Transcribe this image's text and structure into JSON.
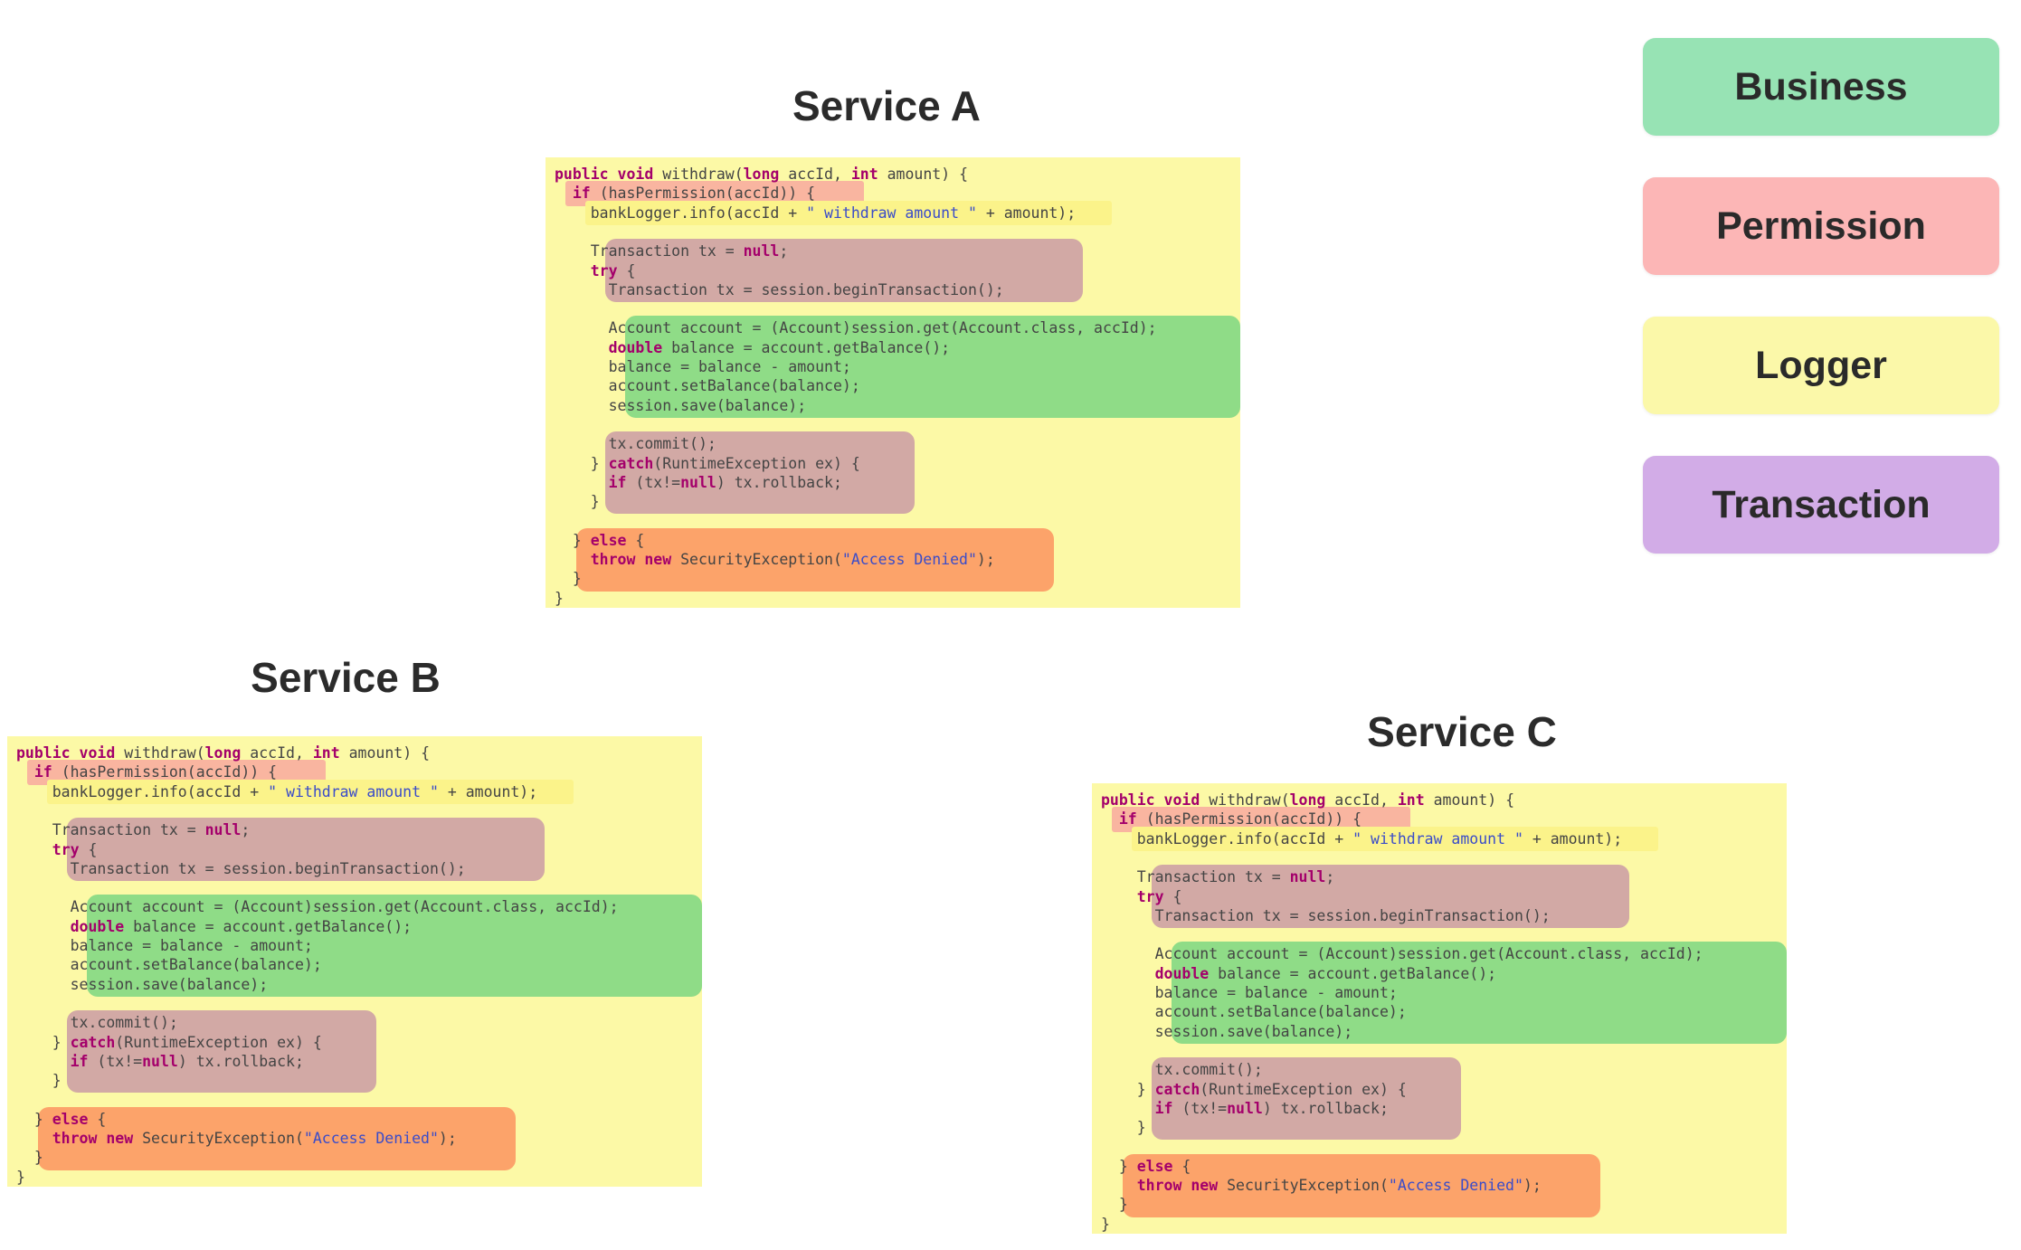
{
  "services": [
    {
      "title": "Service A"
    },
    {
      "title": "Service B"
    },
    {
      "title": "Service C"
    }
  ],
  "legend": [
    {
      "label": "Business",
      "color": "#97e3b4"
    },
    {
      "label": "Permission",
      "color": "#fcb6b6"
    },
    {
      "label": "Logger",
      "color": "#fbf8a9"
    },
    {
      "label": "Transaction",
      "color": "#d2ace7"
    }
  ],
  "code": {
    "lines": [
      [
        {
          "t": "public void ",
          "k": 1
        },
        {
          "t": "withdraw("
        },
        {
          "t": "long ",
          "k": 1
        },
        {
          "t": "accId, "
        },
        {
          "t": "int ",
          "k": 1
        },
        {
          "t": "amount) {"
        }
      ],
      [
        {
          "t": "  "
        },
        {
          "t": "if ",
          "k": 1
        },
        {
          "t": "(hasPermission(accId)) {"
        }
      ],
      [
        {
          "t": "    bankLogger.info(accId + "
        },
        {
          "t": "\" withdraw amount \"",
          "s": 1
        },
        {
          "t": " + amount);"
        }
      ],
      [
        {
          "t": ""
        }
      ],
      [
        {
          "t": "    Transaction tx = "
        },
        {
          "t": "null",
          "k": 1
        },
        {
          "t": ";"
        }
      ],
      [
        {
          "t": "    "
        },
        {
          "t": "try",
          "k": 1
        },
        {
          "t": " {"
        }
      ],
      [
        {
          "t": "      Transaction tx = session.beginTransaction();"
        }
      ],
      [
        {
          "t": ""
        }
      ],
      [
        {
          "t": "      Account account = (Account)session.get(Account.class, accId);"
        }
      ],
      [
        {
          "t": "      "
        },
        {
          "t": "double",
          "k": 1
        },
        {
          "t": " balance = account.getBalance();"
        }
      ],
      [
        {
          "t": "      balance = balance - amount;"
        }
      ],
      [
        {
          "t": "      account.setBalance(balance);"
        }
      ],
      [
        {
          "t": "      session.save(balance);"
        }
      ],
      [
        {
          "t": ""
        }
      ],
      [
        {
          "t": "      tx.commit();"
        }
      ],
      [
        {
          "t": "    } "
        },
        {
          "t": "catch",
          "k": 1
        },
        {
          "t": "(RuntimeException ex) {"
        }
      ],
      [
        {
          "t": "      "
        },
        {
          "t": "if",
          "k": 1
        },
        {
          "t": " (tx!="
        },
        {
          "t": "null",
          "k": 1
        },
        {
          "t": ") tx.rollback;"
        }
      ],
      [
        {
          "t": "    }"
        }
      ],
      [
        {
          "t": ""
        }
      ],
      [
        {
          "t": "  } "
        },
        {
          "t": "else",
          "k": 1
        },
        {
          "t": " {"
        }
      ],
      [
        {
          "t": "    "
        },
        {
          "t": "throw new",
          "k": 1
        },
        {
          "t": " SecurityException("
        },
        {
          "t": "\"Access Denied\"",
          "s": 1
        },
        {
          "t": ");"
        }
      ],
      [
        {
          "t": "  }"
        }
      ],
      [
        {
          "t": "}"
        }
      ]
    ]
  }
}
